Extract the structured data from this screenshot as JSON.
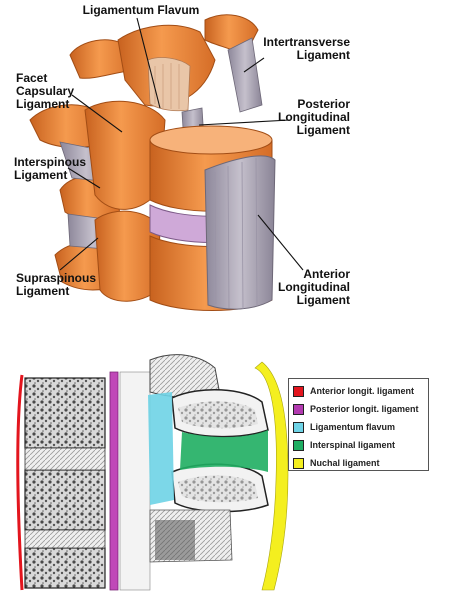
{
  "top_labels": {
    "ligamentum_flavum": "Ligamentum Flavum",
    "intertransverse": [
      "Intertransverse",
      "Ligament"
    ],
    "facet_capsulary": [
      "Facet",
      "Capsulary",
      "Ligament"
    ],
    "posterior_longitudinal": [
      "Posterior",
      "Longitudinal",
      "Ligament"
    ],
    "interspinous": [
      "Interspinous",
      "Ligament"
    ],
    "supraspinous": [
      "Supraspinous",
      "Ligament"
    ],
    "anterior_longitudinal": [
      "Anterior",
      "Longitudinal",
      "Ligament"
    ]
  },
  "legend": {
    "items": [
      {
        "label": "Anterior longit. ligament",
        "color": "#e3151e"
      },
      {
        "label": "Posterior longit. ligament",
        "color": "#b23ab0"
      },
      {
        "label": "Ligamentum flavum",
        "color": "#6ed3e6"
      },
      {
        "label": "Interspinal ligament",
        "color": "#1fae62"
      },
      {
        "label": "Nuchal ligament",
        "color": "#f4ef1f"
      }
    ]
  },
  "colors": {
    "bone_orange": "#f08a3c",
    "bone_light": "#f7b07a",
    "bone_dark": "#c5601f",
    "ligament_gray": "#a9a3b4",
    "disc_purple": "#c9a9d4",
    "bone_sketch": "#e8e8e8"
  }
}
